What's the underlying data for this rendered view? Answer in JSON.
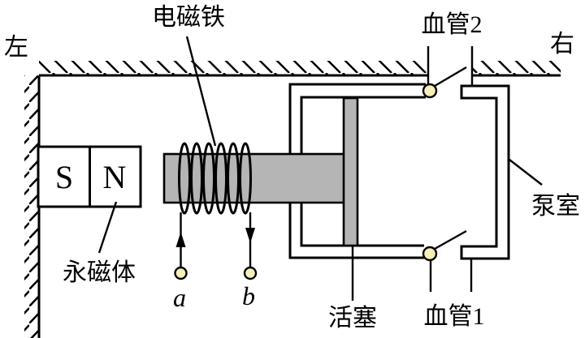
{
  "diagram": {
    "labels": {
      "direction_left": "左",
      "direction_right": "右",
      "electromagnet": "电磁铁",
      "blood_vessel_2": "血管2",
      "blood_vessel_1": "血管1",
      "pump_chamber": "泵室",
      "piston": "活塞",
      "permanent_magnet": "永磁体"
    },
    "magnet_poles": {
      "left": "S",
      "right": "N"
    },
    "terminals": {
      "a": "a",
      "b": "b"
    },
    "current_arrows": {
      "terminal_a": "up",
      "terminal_b": "down"
    },
    "coil": {
      "turns": 6
    },
    "colors": {
      "line": "#000000",
      "metal_gray": "#b5b5b5",
      "valve_fill": "#f5efb8",
      "background": "#ffffff"
    }
  }
}
